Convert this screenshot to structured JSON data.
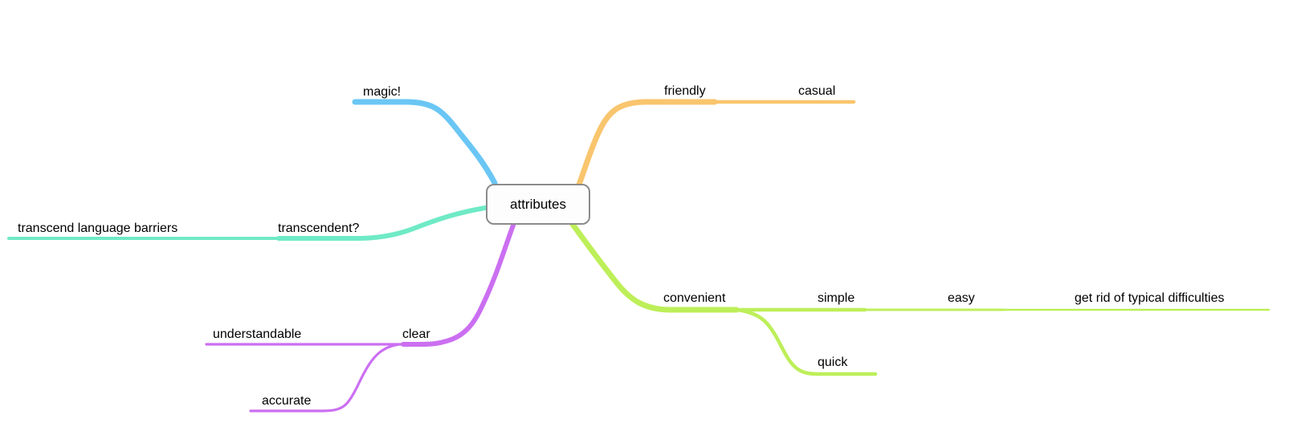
{
  "canvas": {
    "background": "#ffffff",
    "node_border_color": "#8b8b8b",
    "text_color": "#000000"
  },
  "root": {
    "label": "attributes"
  },
  "branches": [
    {
      "label": "magic!",
      "color": "#6ac6f4",
      "children": []
    },
    {
      "label": "friendly",
      "color": "#f9c56d",
      "children": [
        {
          "label": "casual",
          "children": []
        }
      ]
    },
    {
      "label": "transcendent?",
      "color": "#6feac6",
      "children": [
        {
          "label": "transcend language barriers",
          "children": []
        }
      ]
    },
    {
      "label": "clear",
      "color": "#cb6ff1",
      "children": [
        {
          "label": "understandable",
          "children": []
        },
        {
          "label": "accurate",
          "children": []
        }
      ]
    },
    {
      "label": "convenient",
      "color": "#bdef59",
      "children": [
        {
          "label": "simple",
          "children": [
            {
              "label": "easy",
              "children": [
                {
                  "label": "get rid of typical difficulties",
                  "children": []
                }
              ]
            }
          ]
        },
        {
          "label": "quick",
          "children": []
        }
      ]
    }
  ]
}
